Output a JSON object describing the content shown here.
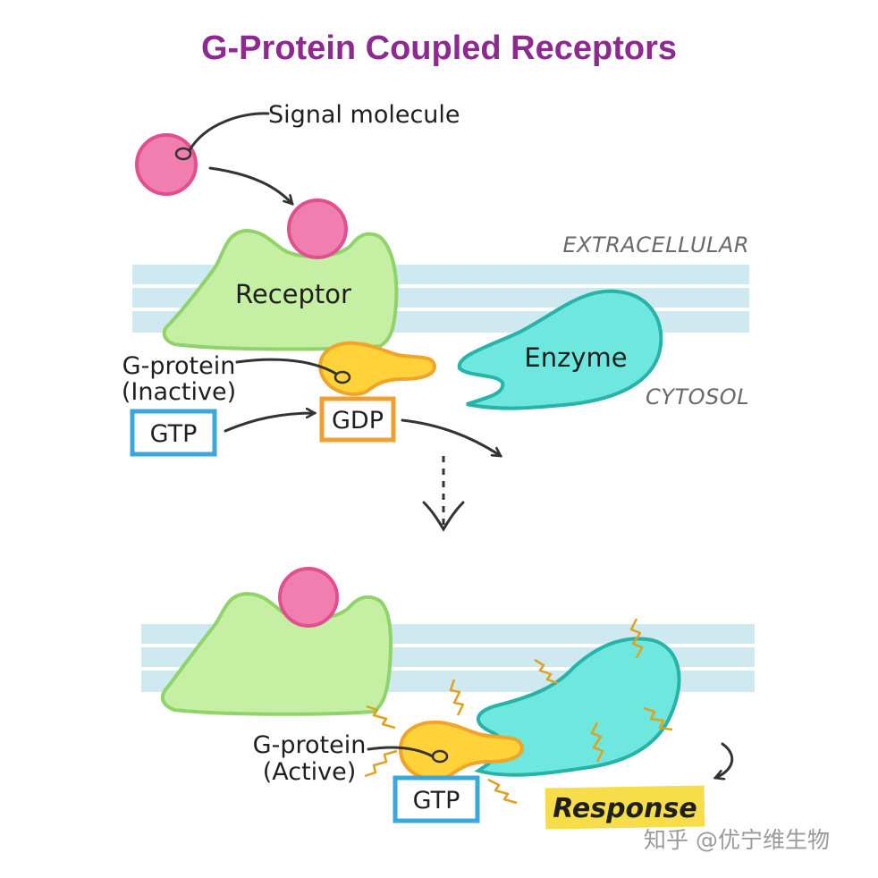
{
  "title": "G-Protein Coupled Receptors",
  "labels": {
    "signal_molecule": "Signal molecule",
    "receptor": "Receptor",
    "extracellular": "EXTRACELLULAR",
    "cytosol": "CYTOSOL",
    "enzyme": "Enzyme",
    "gprotein_inactive_line1": "G-protein",
    "gprotein_inactive_line2": "(Inactive)",
    "gtp_top": "GTP",
    "gdp": "GDP",
    "gprotein_active_line1": "G-protein",
    "gprotein_active_line2": "(Active)",
    "gtp_bottom": "GTP",
    "response": "Response"
  },
  "watermark": "知乎 @优宁维生物",
  "colors": {
    "title": "#8e2a8f",
    "membrane": "#cfe9f1",
    "receptor_fill": "#c5f0a4",
    "receptor_stroke": "#8fd36a",
    "signal_fill": "#f07fb0",
    "signal_stroke": "#e0508e",
    "gprotein_fill": "#ffd23a",
    "gprotein_stroke": "#f0a42a",
    "enzyme_fill": "#6ee7df",
    "enzyme_stroke": "#26b3a8",
    "gtp_box": "#3aa8d8",
    "gdp_box": "#f0a030",
    "response_highlight": "#f7dd4a"
  }
}
